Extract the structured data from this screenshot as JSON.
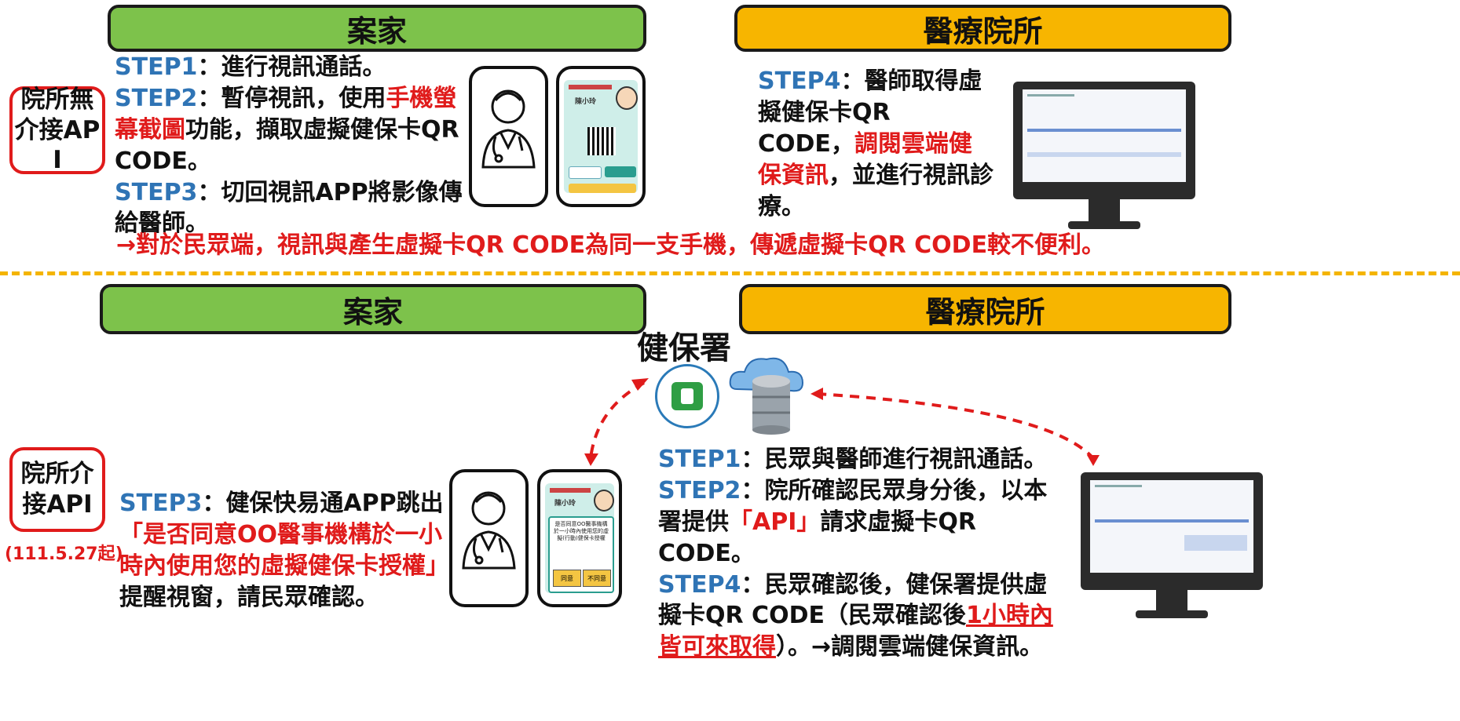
{
  "top": {
    "patient_header": "案家",
    "clinic_header": "醫療院所",
    "mode_label": "院所無介接API",
    "steps": [
      {
        "label": "STEP1",
        "sep": "：",
        "text": "進行視訊通話。"
      },
      {
        "label": "STEP2",
        "sep": "：",
        "text_a": "暫停視訊，使用",
        "text_red": "手機螢幕截圖",
        "text_b": "功能，擷取虛擬健保卡QR CODE。"
      },
      {
        "label": "STEP3",
        "sep": "：",
        "text": "切回視訊APP將影像傳給醫師。"
      }
    ],
    "step4": {
      "label": "STEP4",
      "sep": "：",
      "text_a": "醫師取得虛擬健保卡QR CODE，",
      "text_red": "調閱雲端健保資訊",
      "text_b": "，並進行視訊診療。"
    },
    "note": "→對於民眾端，視訊與產生虛擬卡QR CODE為同一支手機，傳遞虛擬卡QR CODE較不便利。",
    "phone_card": {
      "name": "陳小玲",
      "btn_left": "",
      "btn_right": ""
    }
  },
  "bottom": {
    "patient_header": "案家",
    "clinic_header": "醫療院所",
    "nhi_label": "健保署",
    "mode_label": "院所介接API",
    "mode_date": "(111.5.27起)",
    "step3": {
      "label": "STEP3",
      "sep": "：",
      "text_a": "健保快易通APP跳出",
      "text_red": "「是否同意OO醫事機構於一小時內使用您的虛擬健保卡授權」",
      "text_b": "提醒視窗，請民眾確認。"
    },
    "step1": {
      "label": "STEP1",
      "sep": "：",
      "text": "民眾與醫師進行視訊通話。"
    },
    "step2": {
      "label": "STEP2",
      "sep": "：",
      "text_a": "院所確認民眾身分後，以本署提供",
      "text_red": "「API」",
      "text_b": "請求虛擬卡QR CODE。"
    },
    "step4": {
      "label": "STEP4",
      "sep": "：",
      "text_a": "民眾確認後，健保署提供虛擬卡QR CODE（民眾確認後",
      "text_red": "1小時內皆可來取得",
      "text_b": "）。→調閱雲端健保資訊。"
    },
    "popup": {
      "text": "是否同意OO醫事機構於一小時內使用您的虛擬(行動)健保卡授權",
      "agree": "同意",
      "disagree": "不同意"
    },
    "phone_card": {
      "name": "陳小玲"
    }
  },
  "colors": {
    "green": "#7dc24b",
    "yellow": "#f7b500",
    "red": "#e01b1b",
    "blue": "#2f74b5"
  }
}
